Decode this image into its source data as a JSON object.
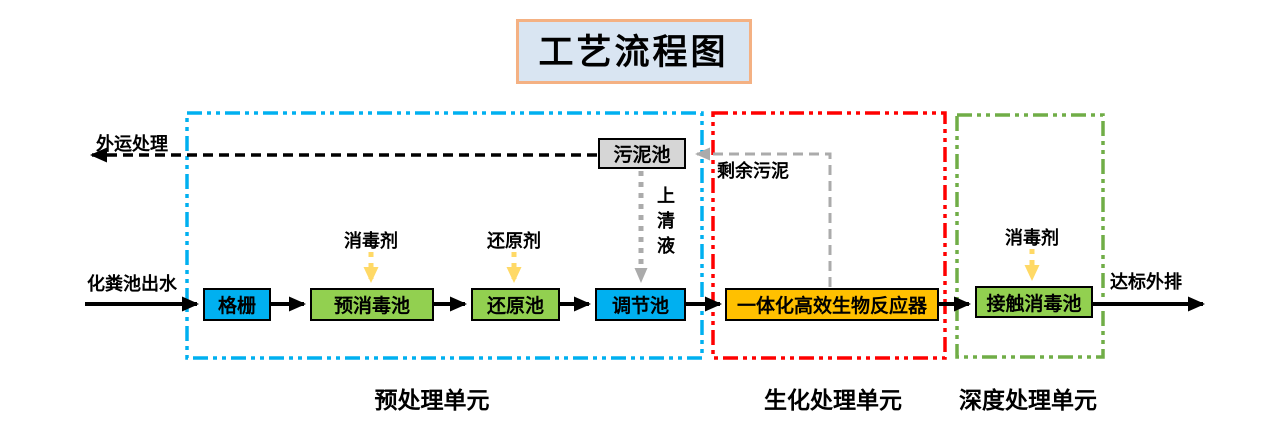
{
  "title": "工艺流程图",
  "flow_labels": {
    "inflow": "化粪池出水",
    "outflow": "达标外排",
    "external_disposal": "外运处理",
    "excess_sludge": "剩余污泥",
    "supernatant": "上清液"
  },
  "dosing_labels": {
    "disinfectant_pre": "消毒剂",
    "reducing_agent": "还原剂",
    "disinfectant_contact": "消毒剂"
  },
  "process_nodes": {
    "bar_screen": "格栅",
    "pre_disinfection_tank": "预消毒池",
    "reduction_tank": "还原池",
    "regulating_tank": "调节池",
    "bioreactor": "一体化高效生物反应器",
    "contact_disinfection_tank": "接触消毒池",
    "sludge_tank": "污泥池"
  },
  "unit_labels": {
    "pretreatment": "预处理单元",
    "biochemical": "生化处理单元",
    "advanced": "深度处理单元"
  },
  "colors": {
    "blue_node": "#00B0F0",
    "green_node": "#92D050",
    "orange_node": "#FFC000",
    "gray_node": "#D6D6D6",
    "pretreatment_border": "#00B0F0",
    "biochemical_border": "#FF0000",
    "advanced_border": "#70AD47",
    "yellow_arrow": "#FFD966",
    "gray_arrow": "#ABABAB",
    "black_arrow": "#000000",
    "title_border": "#F4B183",
    "title_bg": "#D9E5F2"
  }
}
